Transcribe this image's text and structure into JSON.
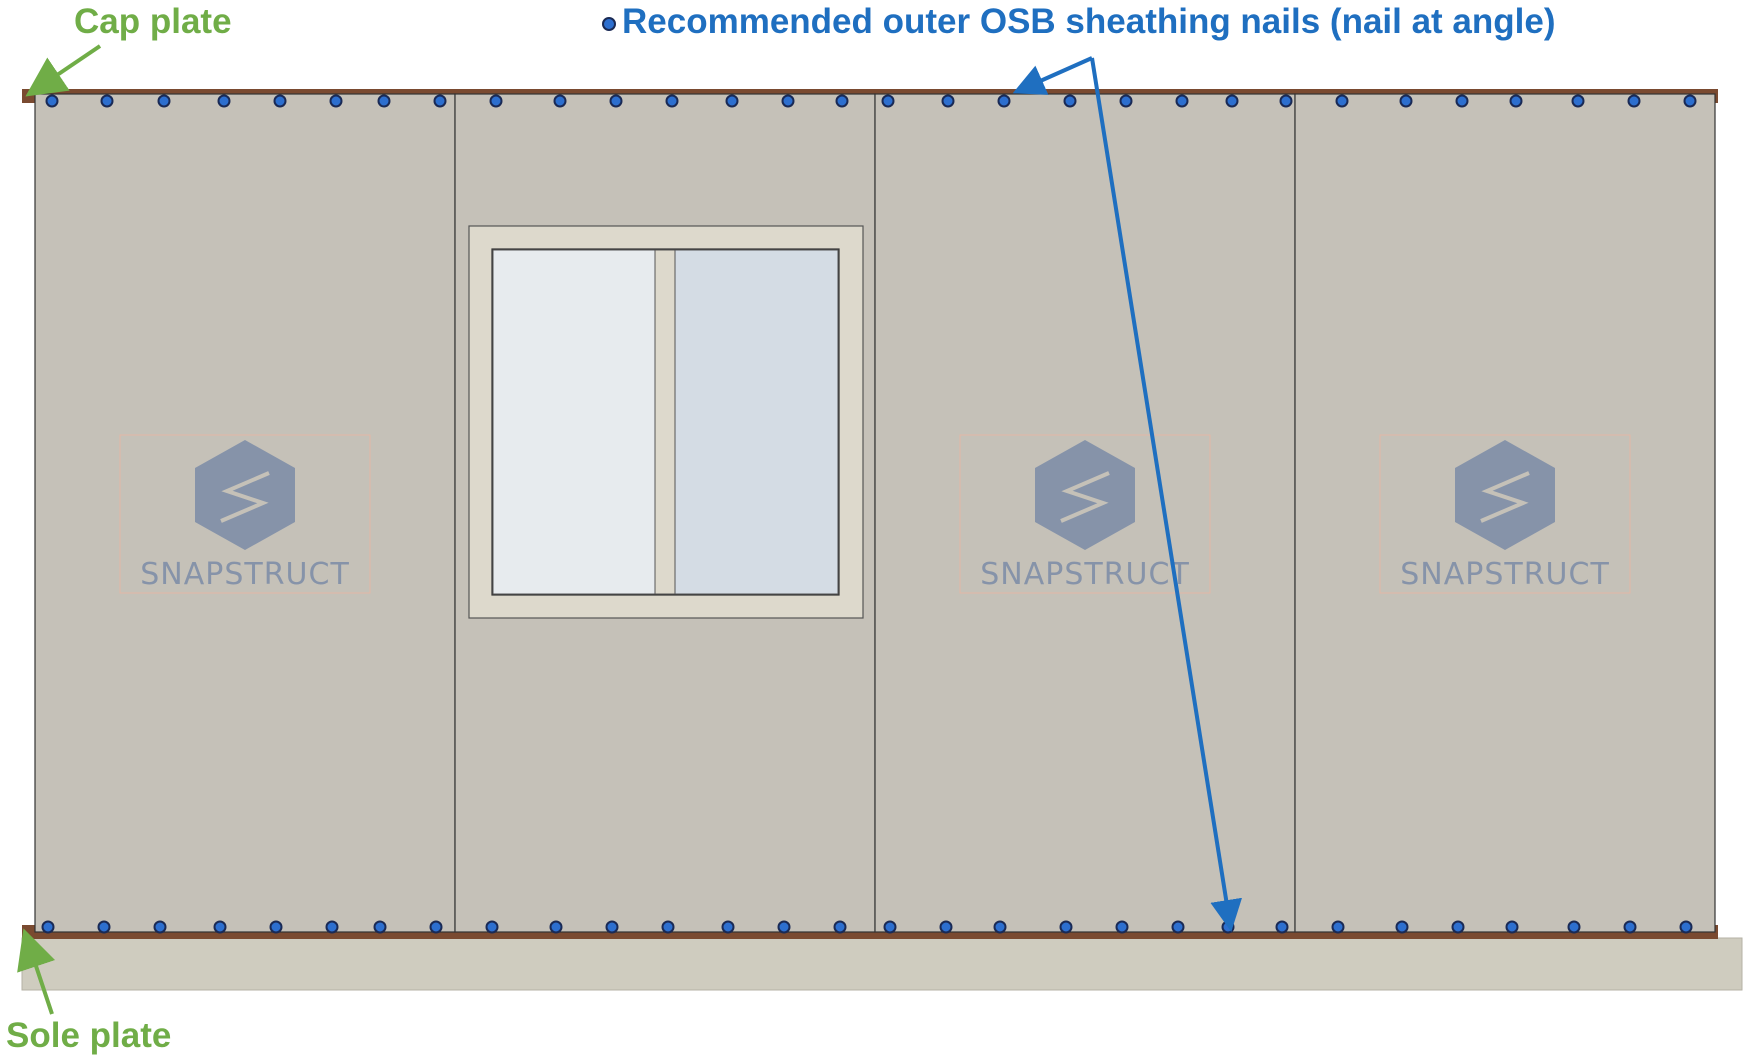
{
  "labels": {
    "cap_plate": "Cap plate",
    "sole_plate": "Sole plate",
    "nails": "Recommended outer OSB sheathing nails (nail at angle)"
  },
  "watermark": {
    "text": "SNAPSTRUCT",
    "panels": [
      0,
      2,
      3
    ]
  },
  "wall": {
    "panel_count": 4,
    "window_panel": 1
  },
  "nails": {
    "top_row": [
      [
        52,
        107,
        164,
        224,
        280,
        336,
        384,
        440
      ],
      [
        496,
        560,
        616,
        672,
        732,
        788,
        842
      ],
      [
        888,
        948,
        1004,
        1070,
        1126,
        1182,
        1232,
        1286
      ],
      [
        1342,
        1406,
        1462,
        1516,
        1578,
        1634,
        1690
      ]
    ],
    "bottom_row": [
      [
        48,
        104,
        160,
        220,
        276,
        332,
        380,
        436
      ],
      [
        492,
        556,
        612,
        668,
        728,
        784,
        840
      ],
      [
        890,
        946,
        1000,
        1066,
        1122,
        1178,
        1228,
        1282
      ],
      [
        1338,
        1402,
        1458,
        1512,
        1574,
        1630,
        1686
      ]
    ]
  },
  "colors": {
    "osb": "#c5c1b8",
    "plate": "#7a4a30",
    "foundation": "#cfccbf",
    "nail": "#2d6fcf",
    "nail_outline": "#1a2a55",
    "callout_green": "#70ad47",
    "callout_blue": "#1f6fc0",
    "watermark": "#8693a9",
    "window_frame": "#ddd9cc",
    "glass_left": "#e7ebee",
    "glass_right": "#d4dce4"
  }
}
